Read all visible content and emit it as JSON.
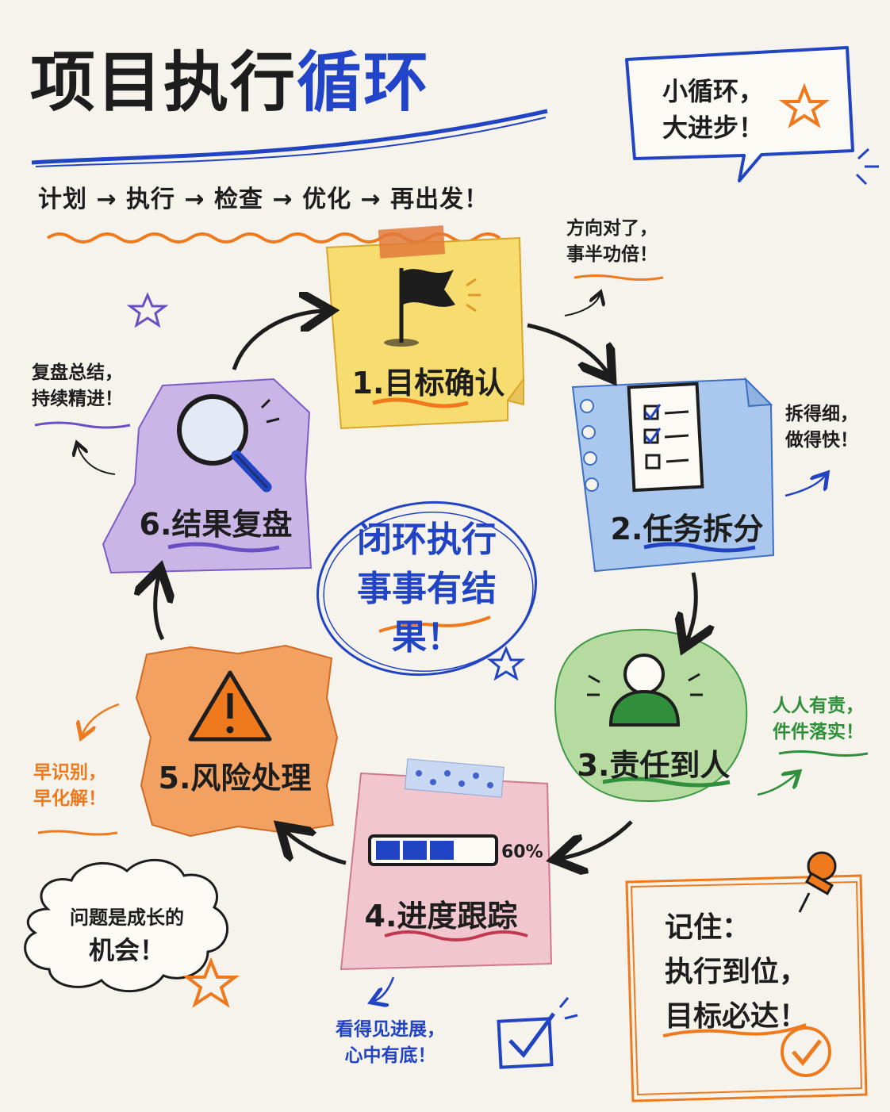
{
  "header": {
    "title_part1": "项目执行",
    "title_part2": "循环",
    "subtitle": "计划 → 执行 → 检查 → 优化 → 再出发！"
  },
  "top_bubble": {
    "line1": "小循环，",
    "line2": "大进步！"
  },
  "steps": [
    {
      "label": "1.目标确认",
      "icon": "flag-icon",
      "color": "#f7dc6f"
    },
    {
      "label": "2.任务拆分",
      "icon": "checklist-icon",
      "color": "#aac8ee"
    },
    {
      "label": "3.责任到人",
      "icon": "person-icon",
      "color": "#b5dba0"
    },
    {
      "label": "4.进度跟踪",
      "icon": "progress-bar-icon",
      "progress_text": "60%",
      "progress": 0.6,
      "color": "#f2c6cf"
    },
    {
      "label": "5.风险处理",
      "icon": "warning-icon",
      "color": "#f2a160"
    },
    {
      "label": "6.结果复盘",
      "icon": "magnifier-icon",
      "color": "#c9b5e6"
    }
  ],
  "center": {
    "line1": "闭环执行",
    "line2": "事事有结果！"
  },
  "notes": {
    "n1": {
      "line1": "方向对了，",
      "line2": "事半功倍！"
    },
    "n2": {
      "line1": "拆得细，",
      "line2": "做得快！"
    },
    "n3": {
      "line1": "人人有责，",
      "line2": "件件落实！"
    },
    "n4": {
      "line1": "看得见进展，",
      "line2": "心中有底！"
    },
    "n5": {
      "line1": "早识别，",
      "line2": "早化解！"
    },
    "n6": {
      "line1": "复盘总结，",
      "line2": "持续精进！"
    }
  },
  "cloud": {
    "line1": "问题是成长的",
    "line2": "机会！"
  },
  "remember": {
    "line1": "记住：",
    "line2": "执行到位，",
    "line3": "目标必达！"
  },
  "colors": {
    "blue": "#2144c4",
    "orange": "#ef7a1e",
    "green": "#2f8f3a",
    "purple": "#6a4fc4",
    "red": "#c0392b"
  }
}
